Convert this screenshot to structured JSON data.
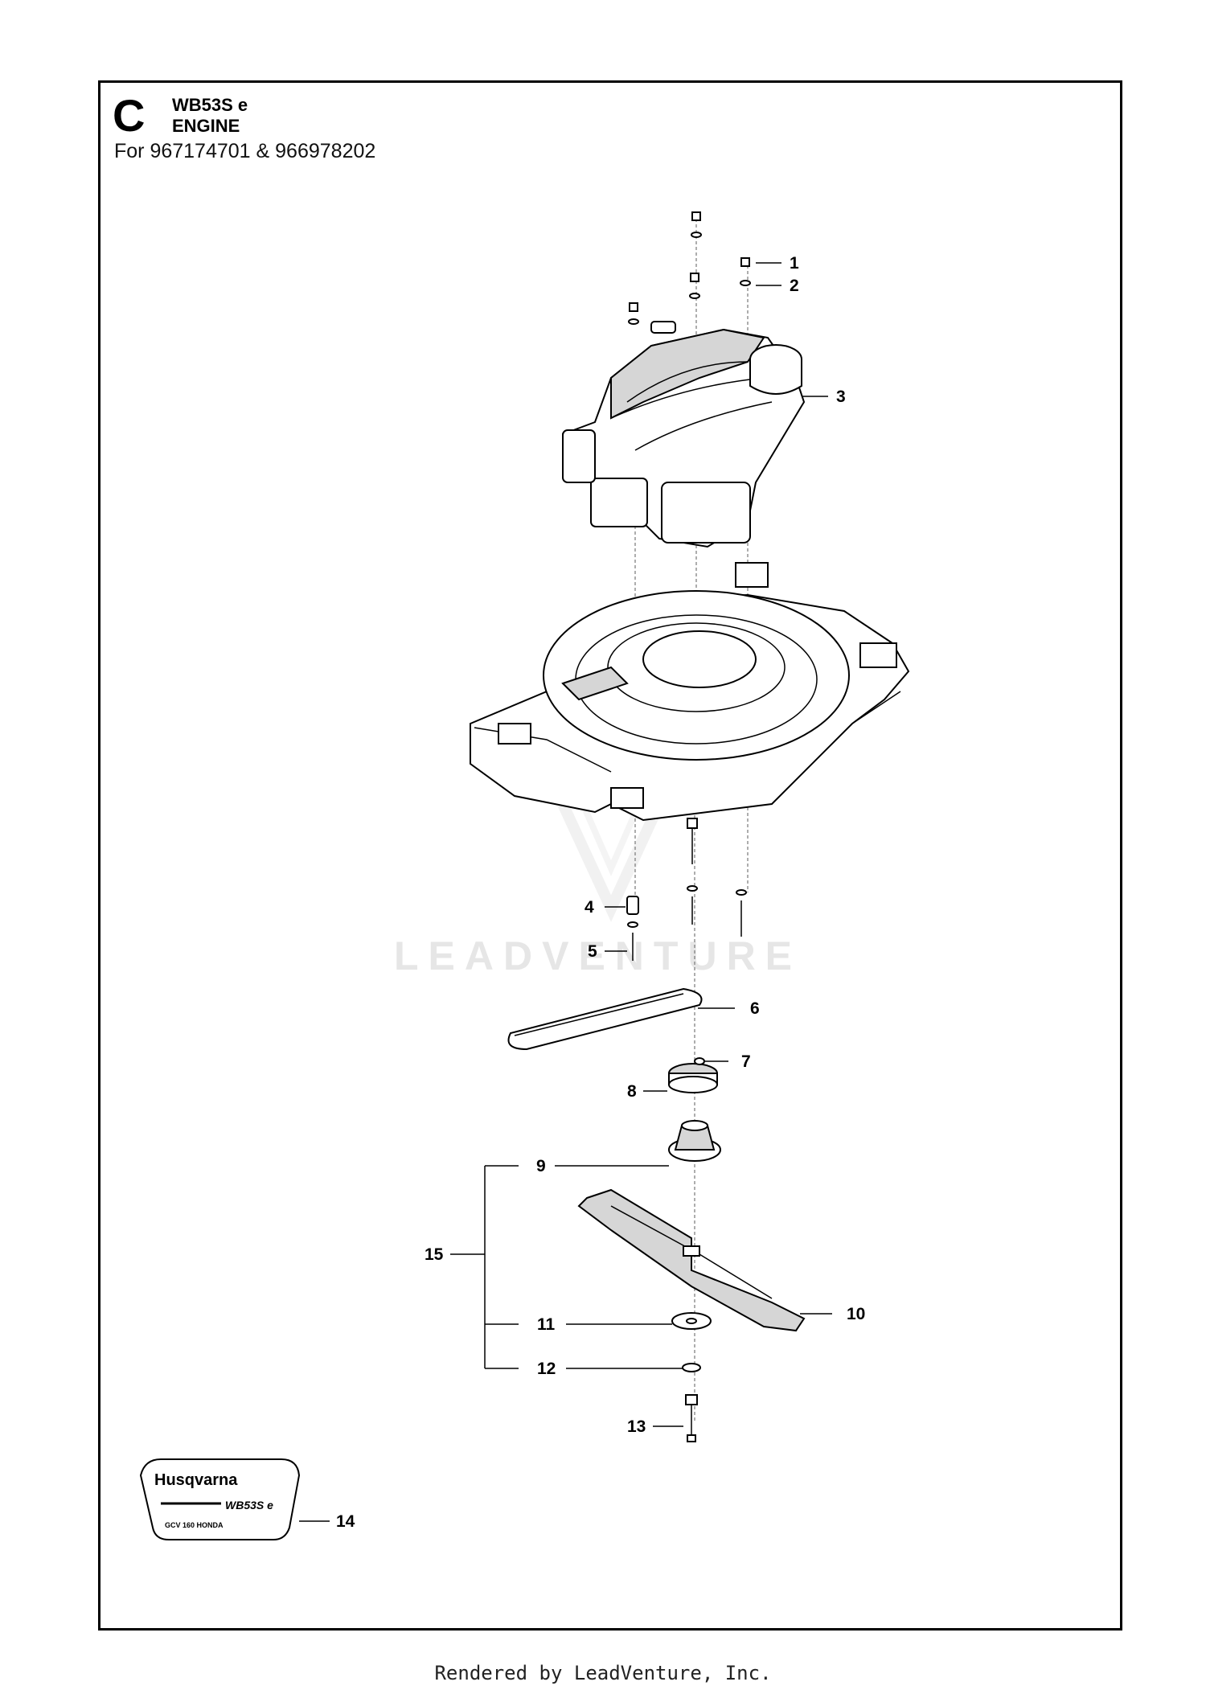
{
  "header": {
    "section_letter": "C",
    "model": "WB53S e",
    "title": "ENGINE",
    "applies_to": "For 967174701 & 966978202"
  },
  "callouts": [
    "1",
    "2",
    "3",
    "4",
    "5",
    "6",
    "7",
    "8",
    "9",
    "10",
    "11",
    "12",
    "13",
    "14",
    "15"
  ],
  "decal": {
    "brand": "Husqvarna",
    "model": "WB53S e",
    "engine": "GCV 160 HONDA"
  },
  "watermark": "LEADVENTURE",
  "footer": "Rendered by LeadVenture, Inc."
}
